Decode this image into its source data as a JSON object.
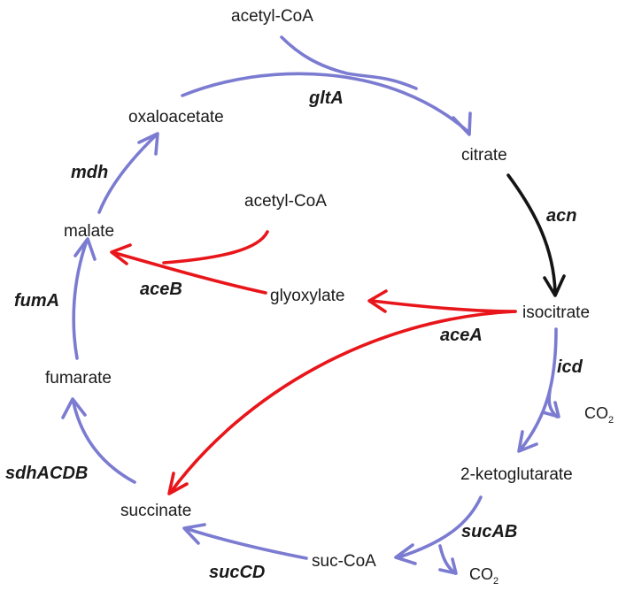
{
  "colors": {
    "tca_cycle": "#7b7bd1",
    "glyoxylate_shunt": "#e8161b",
    "aconitase": "#141414",
    "text": "#1a1a1a"
  },
  "metabolites": {
    "acetyl_coa_top": "acetyl-CoA",
    "oxaloacetate": "oxaloacetate",
    "citrate": "citrate",
    "acetyl_coa_mid": "acetyl-CoA",
    "malate": "malate",
    "glyoxylate": "glyoxylate",
    "isocitrate": "isocitrate",
    "fumarate": "fumarate",
    "ketoglutarate": "2-ketoglutarate",
    "succinate": "succinate",
    "suc_coa": "suc-CoA"
  },
  "enzymes": {
    "gltA": "gltA",
    "acn": "acn",
    "mdh": "mdh",
    "aceB": "aceB",
    "fumA": "fumA",
    "aceA": "aceA",
    "icd": "icd",
    "sdhACDB": "sdhACDB",
    "sucAB": "sucAB",
    "sucCD": "sucCD"
  },
  "byproducts": {
    "co2_base": "CO",
    "co2_sub": "2"
  }
}
